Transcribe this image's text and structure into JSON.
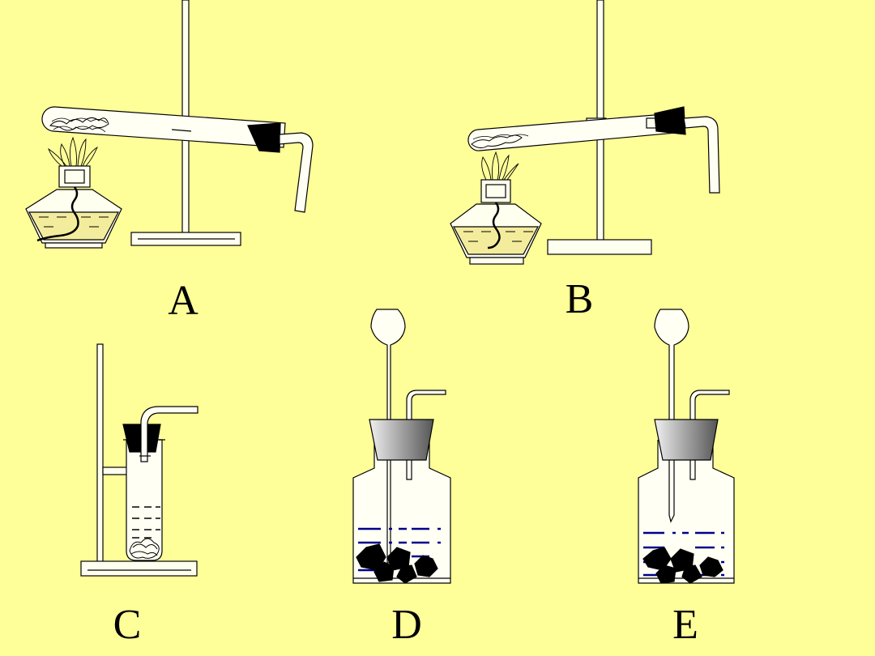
{
  "labels": {
    "a": "A",
    "b": "B",
    "c": "C",
    "d": "D",
    "e": "E"
  },
  "colors": {
    "background": "#FFFF99",
    "liquid": "#F3EC9C",
    "liquid_line": "#00008B",
    "stopper": "#000000"
  }
}
